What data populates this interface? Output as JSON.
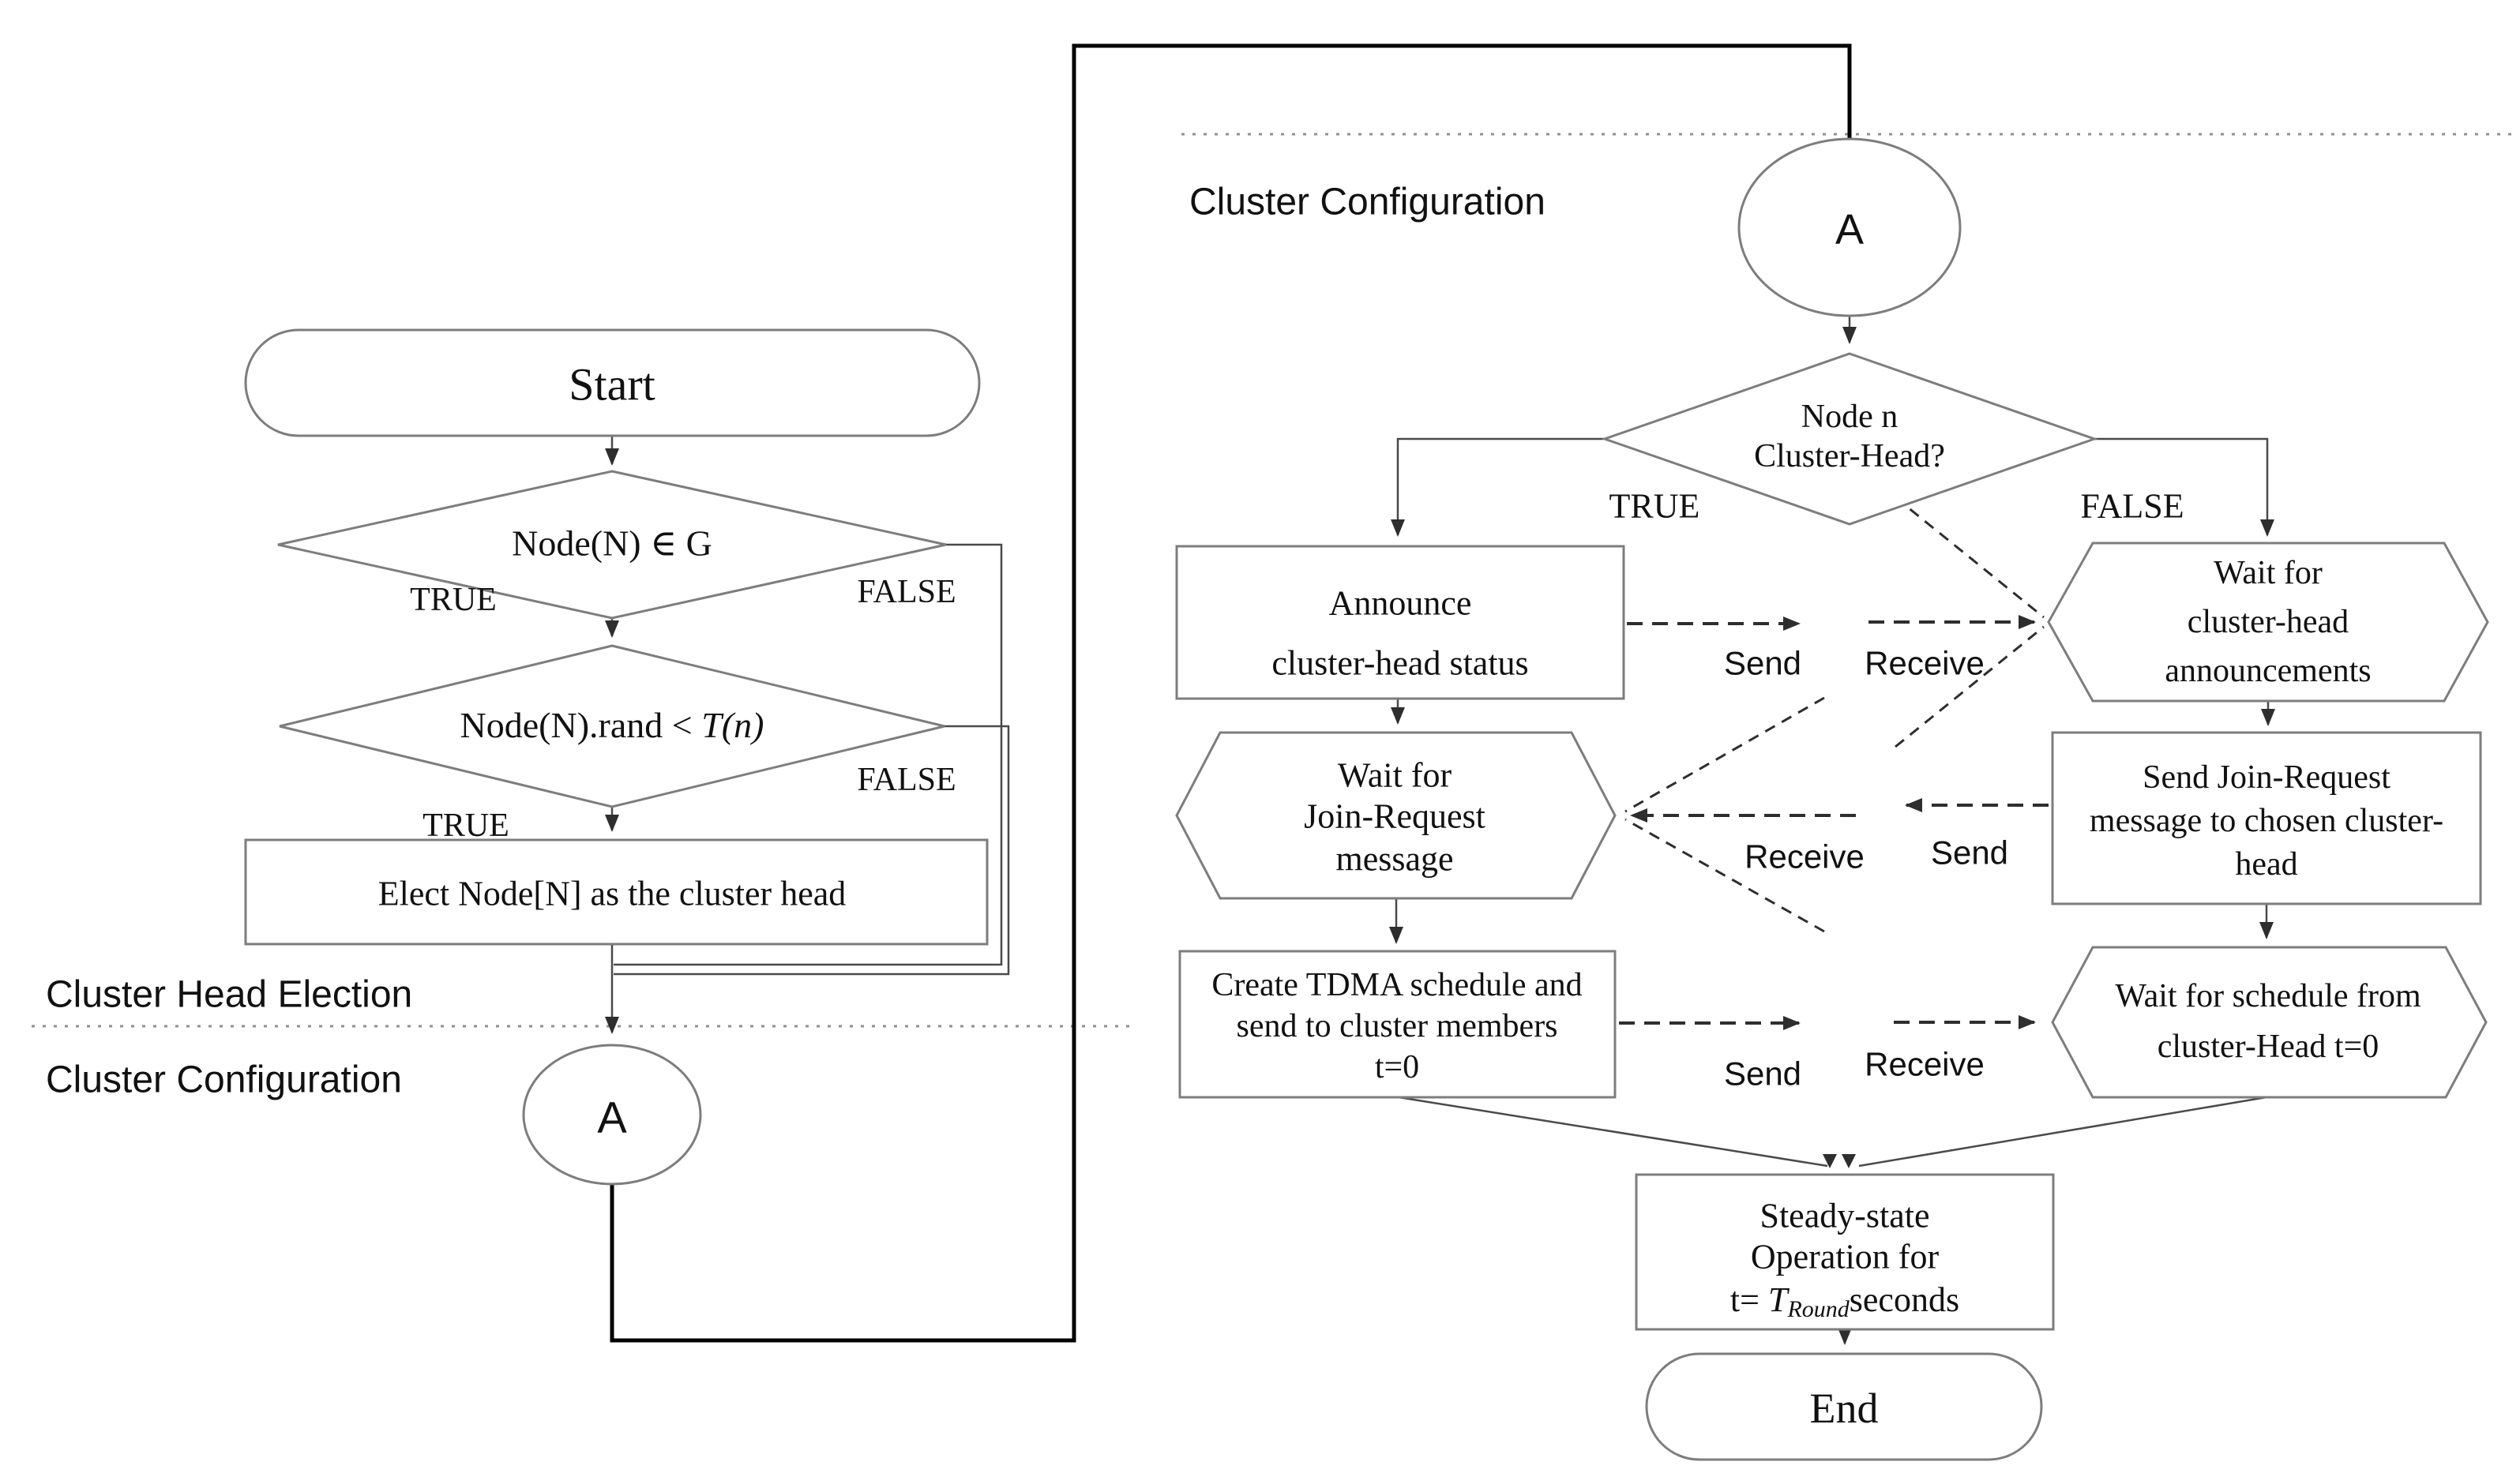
{
  "sections": {
    "cluster_head_election": "Cluster Head Election",
    "cluster_configuration_left": "Cluster Configuration",
    "cluster_configuration_right": "Cluster Configuration"
  },
  "nodes": {
    "start": {
      "label": "Start"
    },
    "decision_in_g": {
      "label": "Node(N) ∈ G"
    },
    "decision_rand": {
      "pre": "Node(N).rand < ",
      "italic": "T(n)"
    },
    "elect": {
      "label": "Elect Node[N] as the cluster head"
    },
    "connector_a_left": {
      "label": "A"
    },
    "connector_a_right": {
      "label": "A"
    },
    "decision_cluster_head": {
      "line1": "Node n",
      "line2": "Cluster-Head?"
    },
    "announce": {
      "line1": "Announce",
      "line2": "cluster-head status"
    },
    "wait_join": {
      "line1": "Wait for",
      "line2": "Join-Request",
      "line3": "message"
    },
    "create_tdma": {
      "line1": "Create TDMA schedule and",
      "line2": "send to cluster members",
      "line3": "t=0"
    },
    "wait_announce": {
      "line1": "Wait for",
      "line2": "cluster-head",
      "line3": "announcements"
    },
    "send_join": {
      "line1": "Send Join-Request",
      "line2": "message to chosen cluster-",
      "line3": "head"
    },
    "wait_schedule": {
      "line1": "Wait for schedule from",
      "line2": "cluster-Head t=0"
    },
    "steady_state": {
      "line1": "Steady-state",
      "line2": "Operation for",
      "line3_pre": "t= ",
      "line3_t": "T",
      "line3_sub": "Round",
      "line3_post": "seconds"
    },
    "end": {
      "label": "End"
    }
  },
  "edge_labels": {
    "true_in_g": "TRUE",
    "false_in_g": "FALSE",
    "true_rand": "TRUE",
    "false_rand": "FALSE",
    "true_cluster_head": "TRUE",
    "false_cluster_head": "FALSE",
    "send_announce": "Send",
    "receive_announce": "Receive",
    "receive_join": "Receive",
    "send_join": "Send",
    "send_schedule": "Send",
    "receive_schedule": "Receive"
  },
  "colors": {
    "background": "#ffffff",
    "shape_stroke": "#7d7d7d",
    "flow_stroke": "#4a4a4a",
    "connector_stroke": "#000000",
    "dash_stroke": "#2e2e2e",
    "divider": "#909090",
    "text": "#111111"
  }
}
